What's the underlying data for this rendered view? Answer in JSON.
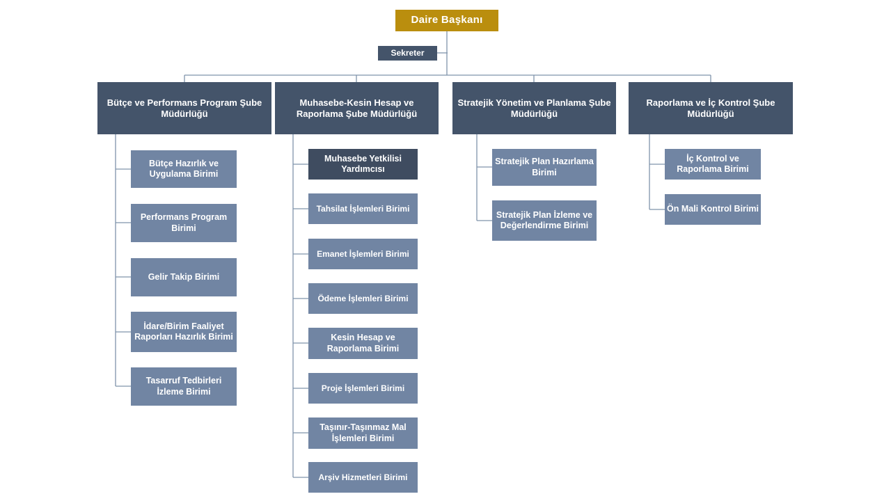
{
  "chart": {
    "type": "org-chart",
    "root": {
      "label": "Daire Başkanı"
    },
    "assistant": {
      "label": "Sekreter"
    },
    "branches": [
      {
        "label": "Bütçe ve Performans Program Şube Müdürlüğü",
        "children": [
          "Bütçe Hazırlık ve Uygulama Birimi",
          "Performans Program Birimi",
          "Gelir Takip Birimi",
          "İdare/Birim Faaliyet Raporları Hazırlık Birimi",
          "Tasarruf Tedbirleri İzleme Birimi"
        ]
      },
      {
        "label": "Muhasebe-Kesin Hesap ve Raporlama Şube Müdürlüğü",
        "children": [
          "Muhasebe Yetkilisi Yardımcısı",
          "Tahsilat İşlemleri Birimi",
          "Emanet İşlemleri Birimi",
          "Ödeme İşlemleri Birimi",
          "Kesin Hesap ve Raporlama Birimi",
          "Proje İşlemleri Birimi",
          "Taşınır-Taşınmaz Mal İşlemleri Birimi",
          "Arşiv Hizmetleri Birimi"
        ]
      },
      {
        "label": "Stratejik Yönetim ve Planlama Şube Müdürlüğü",
        "children": [
          "Stratejik Plan Hazırlama Birimi",
          "Stratejik Plan İzleme ve Değerlendirme Birimi"
        ]
      },
      {
        "label": "Raporlama ve İç Kontrol Şube Müdürlüğü",
        "children": [
          "İç Kontrol ve Raporlama Birimi",
          "Ön Mali Kontrol Birimi"
        ]
      }
    ],
    "colors": {
      "root_gold": "#ba8e0e",
      "branch_dark_slate": "#44546a",
      "child_light_slate": "#7185a3",
      "special_child_dark": "#3f4c60",
      "connector": "#7f93aa",
      "text": "#ffffff"
    }
  }
}
